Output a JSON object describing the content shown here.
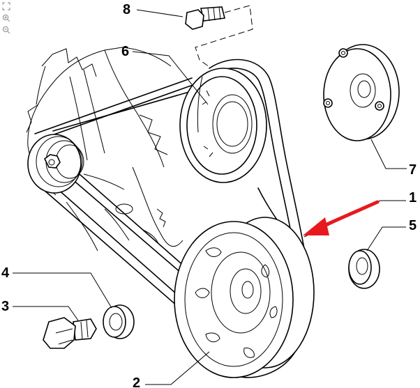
{
  "toolbar": {
    "fit_icon": "fit-screen-icon",
    "zoom_in_icon": "zoom-in-icon",
    "zoom_out_icon": "zoom-out-icon"
  },
  "callouts": [
    {
      "id": "1",
      "label": "1"
    },
    {
      "id": "2",
      "label": "2"
    },
    {
      "id": "3",
      "label": "3"
    },
    {
      "id": "4",
      "label": "4"
    },
    {
      "id": "5",
      "label": "5"
    },
    {
      "id": "6",
      "label": "6"
    },
    {
      "id": "7",
      "label": "7"
    },
    {
      "id": "8",
      "label": "8"
    }
  ],
  "colors": {
    "arrow": "#e8191e",
    "line": "#000000",
    "icon": "#9a9a9a"
  }
}
